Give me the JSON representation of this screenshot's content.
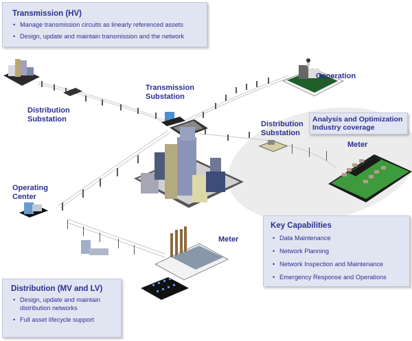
{
  "boxes": {
    "transmission": {
      "title": "Transmission (HV)",
      "items": [
        "Manage transmission circuits as linearly referenced assets",
        "Design, update and maintain transmission and the network"
      ]
    },
    "analysis": {
      "line1": "Analysis and Optimization",
      "line2": "Industry coverage"
    },
    "capabilities": {
      "title": "Key Capabilities",
      "items": [
        "Data Maintenance",
        "Network Planning",
        "Network Inspection and Maintenance",
        "Emergency Response and Operations"
      ]
    },
    "distribution": {
      "title": "Distribution (MV and LV)",
      "items": [
        "Design, update and maintain distribution networks",
        "Full asset lifecycle support"
      ]
    }
  },
  "labels": {
    "distribution_substation_left": [
      "Distribution",
      "Substation"
    ],
    "transmission_substation": [
      "Transmission",
      "Substation"
    ],
    "generation": "Generation",
    "distribution_substation_right": [
      "Distribution",
      "Substation"
    ],
    "meter_right": "Meter",
    "operating_center": [
      "Operating",
      "Center"
    ],
    "meter_bottom": "Meter"
  },
  "colors": {
    "text_accent": "#2c2f8e",
    "box_bg": "#e1e5f2",
    "ellipse_bg": "#ebebeb"
  }
}
